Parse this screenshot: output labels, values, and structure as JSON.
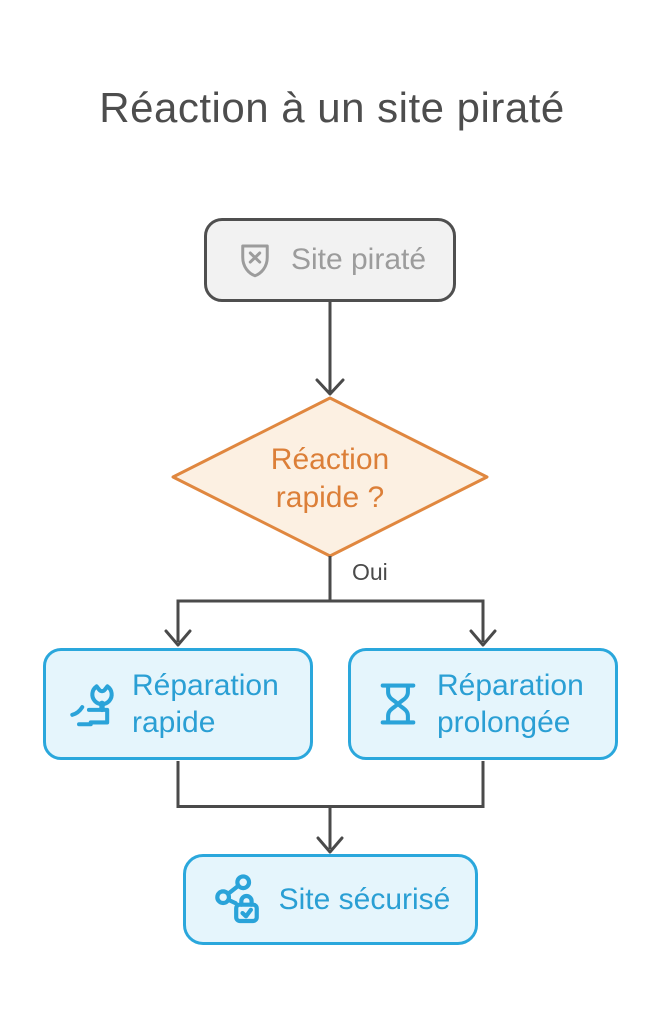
{
  "title": "Réaction à un site piraté",
  "edge_labels": {
    "yes": "Oui"
  },
  "nodes": {
    "start": {
      "label": "Site piraté",
      "icon": "shield-x-icon"
    },
    "decision": {
      "lines": [
        "Réaction",
        "rapide ?"
      ]
    },
    "repair_fast": {
      "lines": [
        "Réparation",
        "rapide"
      ],
      "icon": "wrench-hand-icon"
    },
    "repair_long": {
      "lines": [
        "Réparation",
        "prolongée"
      ],
      "icon": "hourglass-icon"
    },
    "secured": {
      "label": "Site sécurisé",
      "icon": "network-lock-icon"
    }
  },
  "colors": {
    "line_dark": "#4A4A4A",
    "title_text": "#4D4D4D",
    "gray_node_fill": "#F2F2F2",
    "gray_node_border": "#4F4F4F",
    "gray_node_text": "#9C9C9C",
    "orange_border": "#E0873F",
    "orange_fill": "#FCF0E2",
    "orange_text": "#DC7F38",
    "blue_border": "#2AA7DC",
    "blue_fill": "#E5F5FC",
    "blue_text": "#2A9FD4",
    "background": "#FFFFFF"
  }
}
